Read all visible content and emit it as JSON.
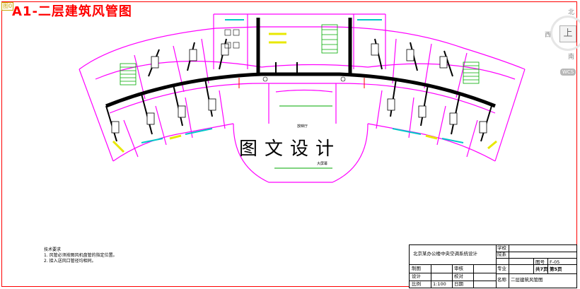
{
  "layer_tag": "图0",
  "drawing_title": "A1-二层建筑风管图",
  "watermark": "图文设计",
  "navcube": {
    "north": "北",
    "south": "南",
    "west": "西",
    "top": "上",
    "wcs": "WCS"
  },
  "plan_labels": {
    "label_a": "放映厅",
    "label_b": "大屏幕"
  },
  "notes": {
    "heading": "技术要求",
    "line1": "1. 风管必须按图风机盘管的指定位置。",
    "line2": "2. 接入送风口管径均相同。"
  },
  "title_block": {
    "project": "北京某办公楼中央空调系统设计",
    "school_label": "学校",
    "dept_label": "院系",
    "major_label": "专业",
    "drawn_label": "制图",
    "design_label": "设计",
    "scale_label": "比例",
    "scale_value": "1:100",
    "review_label": "审核",
    "check_label": "校对",
    "date_label": "日期",
    "name_label": "名称",
    "name_value": "二层建筑风管图",
    "drawing_no_label": "图号",
    "drawing_no_value": "F-05",
    "sheets_total": "共7页",
    "sheet_current": "第5页"
  },
  "colors": {
    "wall": "#ff00ff",
    "duct": "#000000",
    "cyan": "#00c8c8",
    "yellow": "#e8e800",
    "green": "#00aa00",
    "red": "#ff0000"
  }
}
